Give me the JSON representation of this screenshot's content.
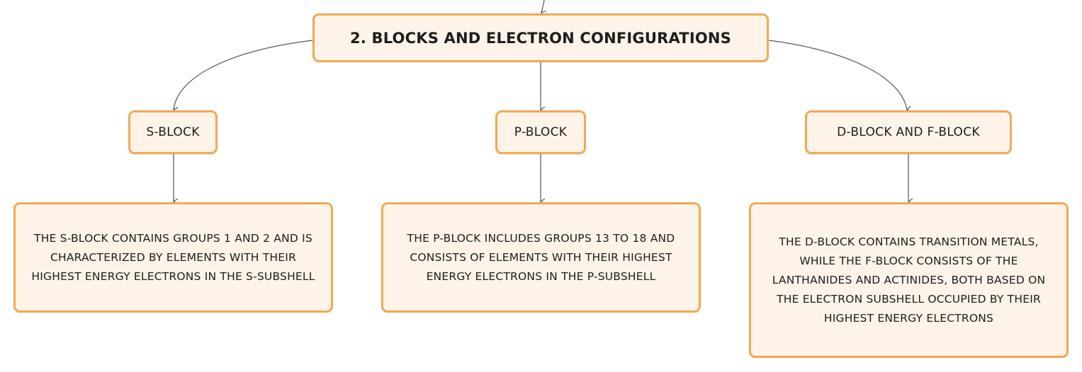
{
  "root": {
    "title": "2. BLOCKS AND ELECTRON CONFIGURATIONS"
  },
  "blocks": [
    {
      "label": "S-BLOCK",
      "description": "THE S-BLOCK CONTAINS GROUPS 1 AND 2 AND IS CHARACTERIZED BY ELEMENTS WITH THEIR HIGHEST ENERGY ELECTRONS IN THE S-SUBSHELL"
    },
    {
      "label": "P-BLOCK",
      "description": "THE P-BLOCK INCLUDES GROUPS 13 TO 18 AND CONSISTS OF ELEMENTS WITH THEIR HIGHEST ENERGY ELECTRONS IN THE P-SUBSHELL"
    },
    {
      "label": "D-BLOCK AND F-BLOCK",
      "description": "THE D-BLOCK CONTAINS TRANSITION METALS, WHILE THE F-BLOCK CONSISTS OF THE LANTHANIDES AND ACTINIDES, BOTH BASED ON THE ELECTRON SUBSHELL OCCUPIED BY THEIR HIGHEST ENERGY ELECTRONS"
    }
  ],
  "colors": {
    "node_border": "#f0aa55",
    "node_fill": "#fdf3e8",
    "connector": "#555555",
    "text": "#1e1e1e"
  }
}
